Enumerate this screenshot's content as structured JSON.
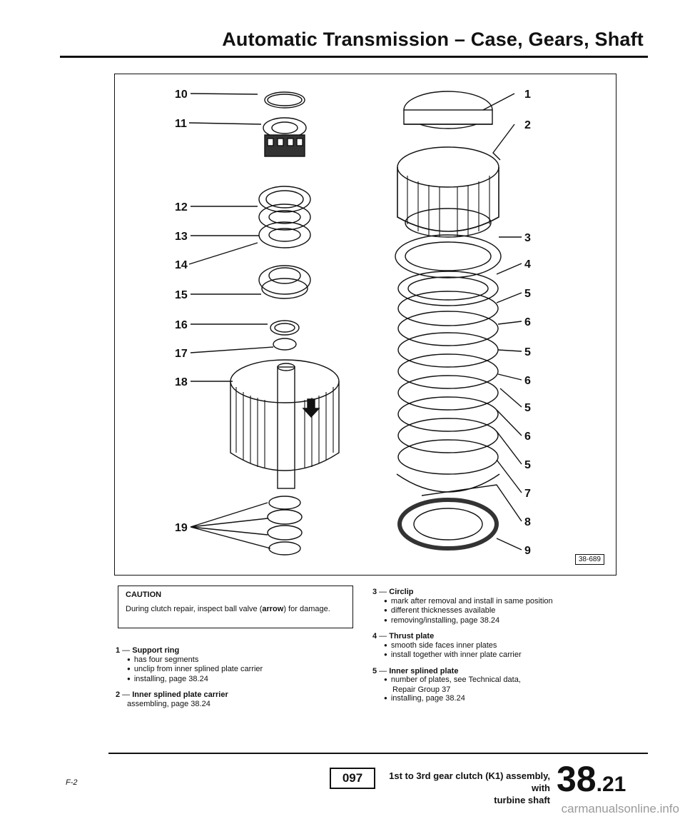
{
  "header": {
    "title": "Automatic Transmission – Case, Gears, Shaft"
  },
  "figure": {
    "number": "38-689",
    "callouts_left": [
      "10",
      "11",
      "12",
      "13",
      "14",
      "15",
      "16",
      "17",
      "18",
      "19"
    ],
    "callouts_right": [
      "1",
      "2",
      "3",
      "4",
      "5",
      "6",
      "5",
      "6",
      "5",
      "6",
      "5",
      "7",
      "8",
      "9"
    ]
  },
  "caution": {
    "heading": "CAUTION",
    "text_before": "During clutch repair, inspect ball valve (",
    "text_bold": "arrow",
    "text_after": ") for damage."
  },
  "items_left": [
    {
      "num": "1",
      "title": "Support ring",
      "bullets": [
        "has four segments",
        "unclip from inner splined plate carrier",
        "installing, page 38.24"
      ]
    },
    {
      "num": "2",
      "title": "Inner splined plate carrier",
      "note": "assembling, page 38.24"
    }
  ],
  "items_right": [
    {
      "num": "3",
      "title": "Circlip",
      "bullets": [
        "mark after removal and install in same position",
        "different thicknesses available",
        "removing/installing, page 38.24"
      ]
    },
    {
      "num": "4",
      "title": "Thrust plate",
      "bullets": [
        "smooth side faces inner plates",
        "install together with inner plate carrier"
      ]
    },
    {
      "num": "5",
      "title": "Inner splined plate",
      "bullets": [
        "number of plates, see Technical data,",
        "installing, page 38.24"
      ],
      "continuation": "Repair Group 37"
    }
  ],
  "footer": {
    "code": "F-2",
    "transmission": "097",
    "desc_line1": "1st to 3rd gear clutch (K1) assembly, with",
    "desc_line2": "turbine shaft",
    "page_big": "38",
    "page_small": ".21"
  },
  "watermark": "carmanualsonline.info"
}
